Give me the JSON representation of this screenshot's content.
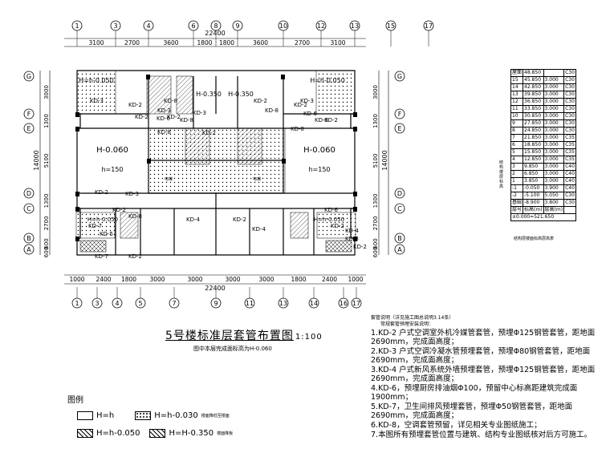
{
  "plan": {
    "axis_labels_top": [
      "1",
      "3",
      "4",
      "6",
      "8",
      "9",
      "10",
      "12",
      "13",
      "15",
      "17"
    ],
    "axis_labels_bottom": [
      "1",
      "3",
      "4",
      "5",
      "7",
      "9",
      "11",
      "13",
      "14",
      "16",
      "17"
    ],
    "axis_labels_rows": [
      "G",
      "F",
      "E",
      "D",
      "C",
      "B",
      "A"
    ],
    "dims_top": [
      "3100",
      "2700",
      "3600",
      "1800",
      "1800",
      "3600",
      "2700",
      "3100"
    ],
    "dims_bottom": [
      "1000",
      "2400",
      "1800",
      "3000",
      "3000",
      "3000",
      "3000",
      "1800",
      "2400",
      "1000"
    ],
    "overall_top": "22400",
    "overall_bottom": "22400",
    "dims_left": [
      "3000",
      "1300",
      "5100",
      "1300",
      "2700",
      "600",
      "600"
    ],
    "overall_left": "14000",
    "dims_right": [
      "3000",
      "1300",
      "5100",
      "1300",
      "2700",
      "600",
      "600"
    ],
    "overall_right": "14000",
    "room_labels": [
      "H-0.060",
      "H-0.060",
      "h=150",
      "h=150",
      "H=h-0.050",
      "H=h-0.050",
      "H=h-0.050",
      "H-0.350",
      "H-0.350",
      "H=h-0.050"
    ],
    "pipe_tags": [
      "KD-3",
      "KD-2",
      "KD-8",
      "KD-3",
      "KD-2",
      "KD-8",
      "KD-2",
      "KD-3",
      "KD-8",
      "KD-2",
      "KD-6",
      "KD-2",
      "KD-2",
      "KD-8",
      "KD-3",
      "KD-6",
      "KD-8",
      "KD-2",
      "KD-3",
      "KD-2",
      "KD-3",
      "KD-8",
      "KD-2",
      "KD-4",
      "KD-2",
      "KD-4",
      "KD-7",
      "KD-5",
      "KD-7",
      "KD-2",
      "KD-2",
      "KD-4",
      "KD-3",
      "KD-2",
      "KD-6"
    ],
    "stair_labels": [
      "电梯",
      "电梯"
    ]
  },
  "drawing_title": "5号楼标准层套管布置图",
  "drawing_scale": "1:100",
  "drawing_subtitle": "图中本层完成面标高为H-0.060",
  "legend": {
    "heading": "图例",
    "items": [
      {
        "label": "H=h",
        "pattern": "plain"
      },
      {
        "label": "H=h-0.030",
        "pattern": "dots",
        "note": "楼面降低至楼面"
      },
      {
        "label": "H=h-0.050",
        "pattern": "hatch"
      },
      {
        "label": "H=H-0.350",
        "pattern": "crosshatch",
        "note": "楼面降板"
      }
    ]
  },
  "notes": {
    "header": "套管说明（详见施工图总说明3.14条）",
    "subheader": "常规套管预埋安装说明：",
    "items": [
      "1.KD-2 户式空调室外机冷媒管套管，预埋Φ125钢管套管，距地面2690mm，完成面高度；",
      "2.KD-3 户式空调冷凝水管预埋套管，预埋Φ80钢管套管，距地面2690mm，完成面高度；",
      "3.KD-4 户式新风系统外墙预埋套管，预埋Φ125钢管套管，距地面2690mm，完成面高度；",
      "4.KD-6，预埋厨房排油烟Φ100，预留中心标高距建筑完成面1900mm；",
      "5.KD-7，卫生间排风预埋套管，预埋Φ50钢管套管，距地面2690mm，完成面高度；",
      "6.KD-8，空调套管预留，详见相关专业图纸施工；",
      "7.本图所有预埋套管位置与建筑、结构专业图纸核对后方可施工。"
    ]
  },
  "floor_table": {
    "caption": "结构层楼面标高层高表",
    "rows": [
      [
        "屋面",
        "48.850",
        "",
        "C30"
      ],
      [
        "15",
        "45.850",
        "3.000",
        "C30"
      ],
      [
        "14",
        "42.850",
        "3.000",
        "C30"
      ],
      [
        "13",
        "39.850",
        "3.000",
        "C30"
      ],
      [
        "12",
        "36.850",
        "3.000",
        "C30"
      ],
      [
        "11",
        "33.850",
        "3.000",
        "C30"
      ],
      [
        "10",
        "30.850",
        "3.000",
        "C30"
      ],
      [
        "9",
        "27.850",
        "3.000",
        "C30"
      ],
      [
        "8",
        "24.850",
        "3.000",
        "C30"
      ],
      [
        "7",
        "21.850",
        "3.000",
        "C35"
      ],
      [
        "6",
        "18.850",
        "3.000",
        "C35"
      ],
      [
        "5",
        "15.850",
        "3.000",
        "C35"
      ],
      [
        "4",
        "12.850",
        "3.000",
        "C35"
      ],
      [
        "3",
        "9.850",
        "3.000",
        "C40"
      ],
      [
        "2",
        "6.850",
        "3.000",
        "C40"
      ],
      [
        "1",
        "3.850",
        "3.000",
        "C40"
      ],
      [
        "-1",
        "-0.050",
        "3.900",
        "C40"
      ],
      [
        "-2",
        "-5.100",
        "5.050",
        "C30"
      ],
      [
        "基础",
        "-8.900",
        "3.800",
        "C30"
      ],
      [
        "层号",
        "标高(m)",
        "层高(m)",
        ""
      ]
    ],
    "footer": "±0.000=521.650",
    "side_label": "结构楼层标高"
  }
}
